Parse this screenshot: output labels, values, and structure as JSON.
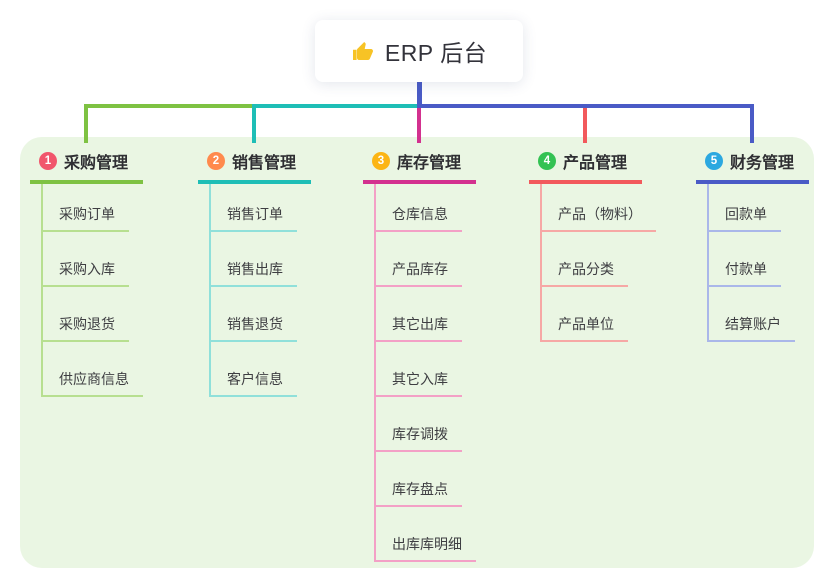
{
  "root": {
    "label": "ERP 后台",
    "icon": "thumbs-up-icon",
    "icon_color": "#F7C325",
    "line_color": "#4A5BC6"
  },
  "panel": {
    "background": "#EAF6E3"
  },
  "branches": [
    {
      "badge": "1",
      "label": "采购管理",
      "badge_color": "#F1566C",
      "color": "#7EC242",
      "light_color": "#B7DF90",
      "items": [
        "采购订单",
        "采购入库",
        "采购退货",
        "供应商信息"
      ]
    },
    {
      "badge": "2",
      "label": "销售管理",
      "badge_color": "#FF8A4D",
      "color": "#1EBEB6",
      "light_color": "#90E0DA",
      "items": [
        "销售订单",
        "销售出库",
        "销售退货",
        "客户信息"
      ]
    },
    {
      "badge": "3",
      "label": "库存管理",
      "badge_color": "#FCB514",
      "color": "#D3318F",
      "light_color": "#F3A0C6",
      "items": [
        "仓库信息",
        "产品库存",
        "其它出库",
        "其它入库",
        "库存调拨",
        "库存盘点",
        "出库库明细"
      ]
    },
    {
      "badge": "4",
      "label": "产品管理",
      "badge_color": "#33C253",
      "color": "#F2595C",
      "light_color": "#F6A8A5",
      "items": [
        "产品（物料）",
        "产品分类",
        "产品单位"
      ]
    },
    {
      "badge": "5",
      "label": "财务管理",
      "badge_color": "#2CA8E0",
      "color": "#4A5BC6",
      "light_color": "#AAB7E9",
      "items": [
        "回款单",
        "付款单",
        "结算账户"
      ]
    }
  ]
}
